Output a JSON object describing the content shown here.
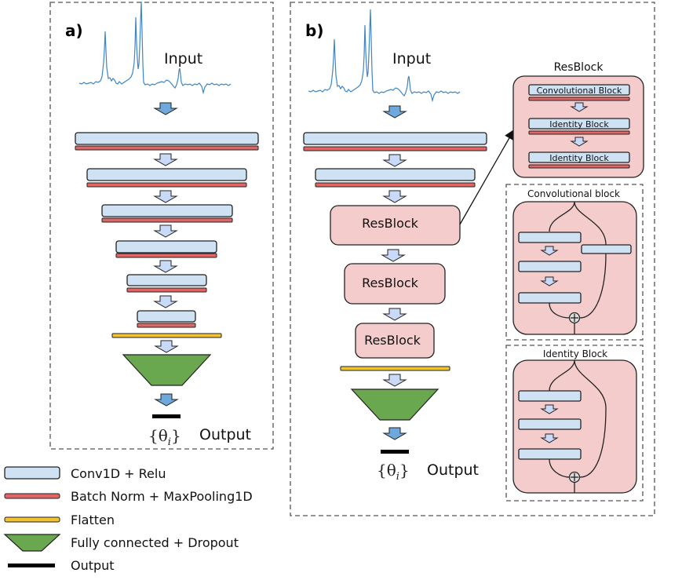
{
  "panels": {
    "a": {
      "label": "a)",
      "input_label": "Input",
      "output_symbol": "{θ",
      "output_subscript": "i",
      "output_close": "}",
      "output_label": "Output"
    },
    "b": {
      "label": "b)",
      "input_label": "Input",
      "resblock_labels": [
        "ResBlock",
        "ResBlock",
        "ResBlock"
      ],
      "output_symbol": "{θ",
      "output_subscript": "i",
      "output_close": "}",
      "output_label": "Output"
    }
  },
  "resblock_detail": {
    "title": "ResBlock",
    "items": [
      "Convolutional Block",
      "Identity Block",
      "Identity Block"
    ]
  },
  "conv_block_detail": {
    "title": "Convolutional block"
  },
  "identity_block_detail": {
    "title": "Identity Block"
  },
  "legend": {
    "items": [
      {
        "key": "conv",
        "label": "Conv1D + Relu",
        "color": "#cfe2f3"
      },
      {
        "key": "bn",
        "label": "Batch Norm + MaxPooling1D",
        "color": "#e06666"
      },
      {
        "key": "flatten",
        "label": "Flatten",
        "color": "#f1c232"
      },
      {
        "key": "fc",
        "label": "Fully connected + Dropout",
        "color": "#6aa84f"
      },
      {
        "key": "output",
        "label": "Output",
        "color": "#000000"
      }
    ]
  }
}
